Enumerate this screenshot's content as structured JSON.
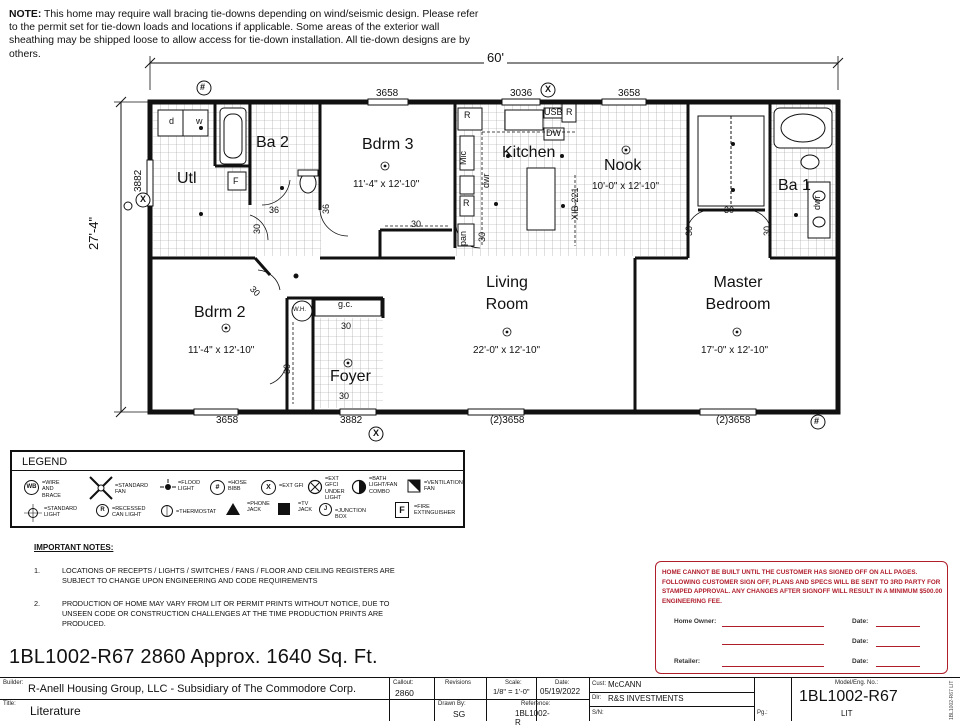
{
  "note": {
    "label": "NOTE:",
    "text": "This home may require wall bracing tie-downs depending on wind/seismic design. Please refer to the permit set for tie-down loads and locations if applicable. Some areas of the exterior wall sheathing may be shipped loose to allow access for tie-down installation. All tie-down designs are by others."
  },
  "plan": {
    "overall_width": "60'",
    "overall_depth": "27'-4\"",
    "rooms": [
      {
        "name": "Utl",
        "size": ""
      },
      {
        "name": "Ba 2",
        "size": ""
      },
      {
        "name": "Bdrm 3",
        "size": "11'-4\" x 12'-10\""
      },
      {
        "name": "Kitchen",
        "size": ""
      },
      {
        "name": "Nook",
        "size": "10'-0\" x 12'-10\""
      },
      {
        "name": "Ba 1",
        "size": ""
      },
      {
        "name": "Bdrm 2",
        "size": "11'-4\" x 12'-10\""
      },
      {
        "name": "Living Room",
        "size": "22'-0\" x 12'-10\""
      },
      {
        "name": "Master Bedroom",
        "size": "17'-0\" x 12'-10\""
      },
      {
        "name": "Foyer",
        "size": ""
      }
    ],
    "window_labels": {
      "top_1": "3658",
      "top_2": "3036",
      "top_3": "3658",
      "left": "3882",
      "bottom_1": "3658",
      "bottom_2": "3882",
      "bottom_3": "(2)3658",
      "bottom_4": "(2)3658"
    },
    "door_labels": {
      "d30": "30",
      "d36": "36"
    },
    "fixture_labels": {
      "d": "d",
      "w": "w",
      "f": "F",
      "r": "R",
      "usb": "USB",
      "dw": "DW",
      "mic": "Mic",
      "dwr": "dwr",
      "pan": "pan",
      "xib": "XIB-221",
      "gc": "g.c.",
      "wh": "W.H.",
      "dwr2": "dwr"
    },
    "markers": {
      "hash": "#",
      "x": "X"
    }
  },
  "legend": {
    "title": "LEGEND",
    "items": [
      {
        "sym": "WB",
        "label": "=WIRE AND BRACE"
      },
      {
        "sym": "",
        "label": "=STANDARD FAN"
      },
      {
        "sym": "",
        "label": "=FLOOD LIGHT"
      },
      {
        "sym": "#",
        "label": "=HOSE BIBB"
      },
      {
        "sym": "X",
        "label": "=EXT GFI"
      },
      {
        "sym": "",
        "label": "=EXT GFCI UNDER LIGHT"
      },
      {
        "sym": "",
        "label": "=BATH LIGHT/FAN COMBO"
      },
      {
        "sym": "",
        "label": "=VENTILATION FAN"
      },
      {
        "sym": "",
        "label": "=STANDARD LIGHT"
      },
      {
        "sym": "R",
        "label": "=RECESSED CAN LIGHT"
      },
      {
        "sym": "",
        "label": "=THERMOSTAT"
      },
      {
        "sym": "",
        "label": "=PHONE JACK"
      },
      {
        "sym": "",
        "label": "=TV JACK"
      },
      {
        "sym": "J",
        "label": "=JUNCTION BOX"
      },
      {
        "sym": "F",
        "label": "=FIRE EXTINGUISHER"
      }
    ]
  },
  "important": {
    "title": "IMPORTANT NOTES:",
    "items": [
      {
        "num": "1.",
        "text": "LOCATIONS OF RECEPTS / LIGHTS / SWITCHES / FANS / FLOOR AND CEILING REGISTERS ARE SUBJECT TO CHANGE UPON ENGINEERING AND CODE REQUIREMENTS"
      },
      {
        "num": "2.",
        "text": "PRODUCTION OF HOME MAY VARY FROM LIT OR PERMIT PRINTS WITHOUT NOTICE, DUE TO UNSEEN CODE OR CONSTRUCTION CHALLENGES AT THE TIME PRODUCTION PRINTS ARE PRODUCED."
      }
    ]
  },
  "model_title": "1BL1002-R67 2860  Approx. 1640 Sq. Ft.",
  "signoff": {
    "text": "HOME CANNOT BE BUILT UNTIL THE CUSTOMER HAS SIGNED OFF ON ALL PAGES. FOLLOWING CUSTOMER SIGN OFF, PLANS AND SPECS WILL BE SENT TO 3RD PARTY FOR STAMPED APPROVAL. ANY CHANGES AFTER SIGNOFF WILL RESULT IN A MINIMUM $500.00 ENGINEERING FEE.",
    "home_owner": "Home Owner:",
    "retailer": "Retailer:",
    "date": "Date:"
  },
  "titleblock": {
    "builder_label": "Builder:",
    "builder": "R-Anell Housing Group, LLC - Subsidiary of The Commodore Corp.",
    "title_label": "Title:",
    "title": "Literature",
    "callout_label": "Callout:",
    "callout": "2860",
    "revisions_label": "Revisions",
    "drawn_label": "Drawn By:",
    "drawn": "SG",
    "scale_label": "Scale:",
    "scale": "1/8\" = 1'-0\"",
    "date_label": "Date:",
    "date": "05/19/2022",
    "reference_label": "Reference:",
    "reference": "1BL1002-R",
    "cust_label": "Cust:",
    "cust": "McCANN",
    "dlr_label": "Dlr:",
    "dlr": "R&S INVESTMENTS",
    "sn_label": "S/N:",
    "pg_label": "Pg.:",
    "model_label": "Model/Eng. No.:",
    "model": "1BL1002-R67",
    "sheet": "LIT"
  },
  "side_text": "1BL1002-R67 LIT"
}
